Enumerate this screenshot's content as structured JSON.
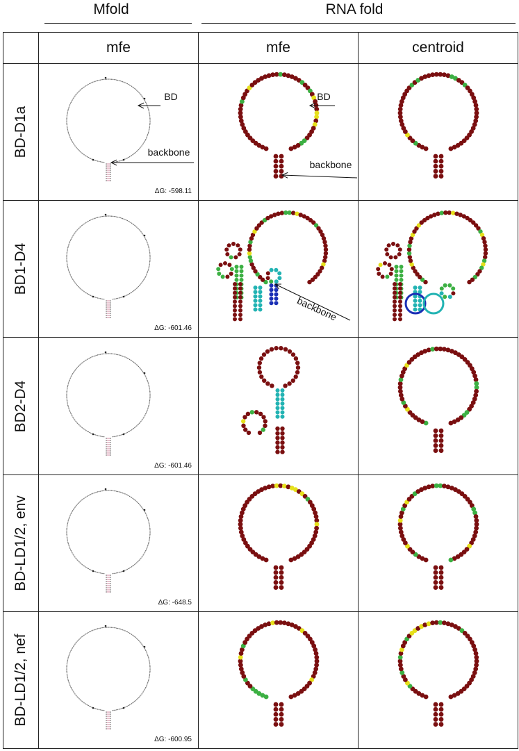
{
  "header": {
    "group_left": "Mfold",
    "group_right": "RNA fold",
    "columns": [
      "",
      "mfe",
      "mfe",
      "centroid"
    ]
  },
  "rows": [
    {
      "label": "BD-D1a",
      "dg": "ΔG: -598.11",
      "arrow_mfold_bd": "BD",
      "arrow_mfold_backbone": "backbone",
      "arrow_rna_bd": "BD",
      "arrow_rna_backbone": "backbone"
    },
    {
      "label": "BD1-D4",
      "dg": "ΔG: -601.46",
      "arrow_rna_backbone": "backbone"
    },
    {
      "label": "BD2-D4",
      "dg": "ΔG: -601.46"
    },
    {
      "label": "BD-LD1/2, env",
      "dg": "ΔG: -648.5"
    },
    {
      "label": "BD-LD1/2, nef",
      "dg": "ΔG: -600.95"
    }
  ],
  "colors": {
    "base_dark_red": "#7a0f10",
    "pair_green": "#3cb043",
    "pair_yellow": "#e6e01c",
    "pair_cyan": "#22b3b3",
    "pair_blue": "#1a2fb5",
    "mfold_grey": "#666666",
    "mfold_pair_pink": "#d08aa0"
  }
}
